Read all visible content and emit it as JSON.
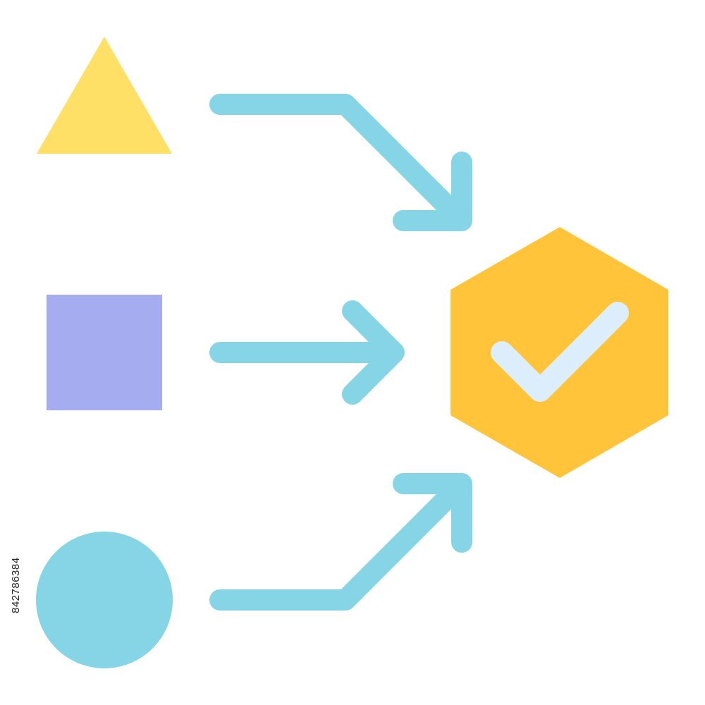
{
  "diagram": {
    "inputs": [
      {
        "shape": "triangle",
        "icon": "triangle-icon",
        "color": "#FFE066"
      },
      {
        "shape": "square",
        "icon": "square-icon",
        "color": "#A5ACF0"
      },
      {
        "shape": "circle",
        "icon": "circle-icon",
        "color": "#86D5E7"
      }
    ],
    "arrows": {
      "color": "#86D5E7",
      "icon": "arrow-icon"
    },
    "output": {
      "shape": "hexagon",
      "icon": "hexagon-check-icon",
      "color": "#FFC43A",
      "check_color": "#DCEEFB"
    }
  },
  "stock_id": "842786384"
}
